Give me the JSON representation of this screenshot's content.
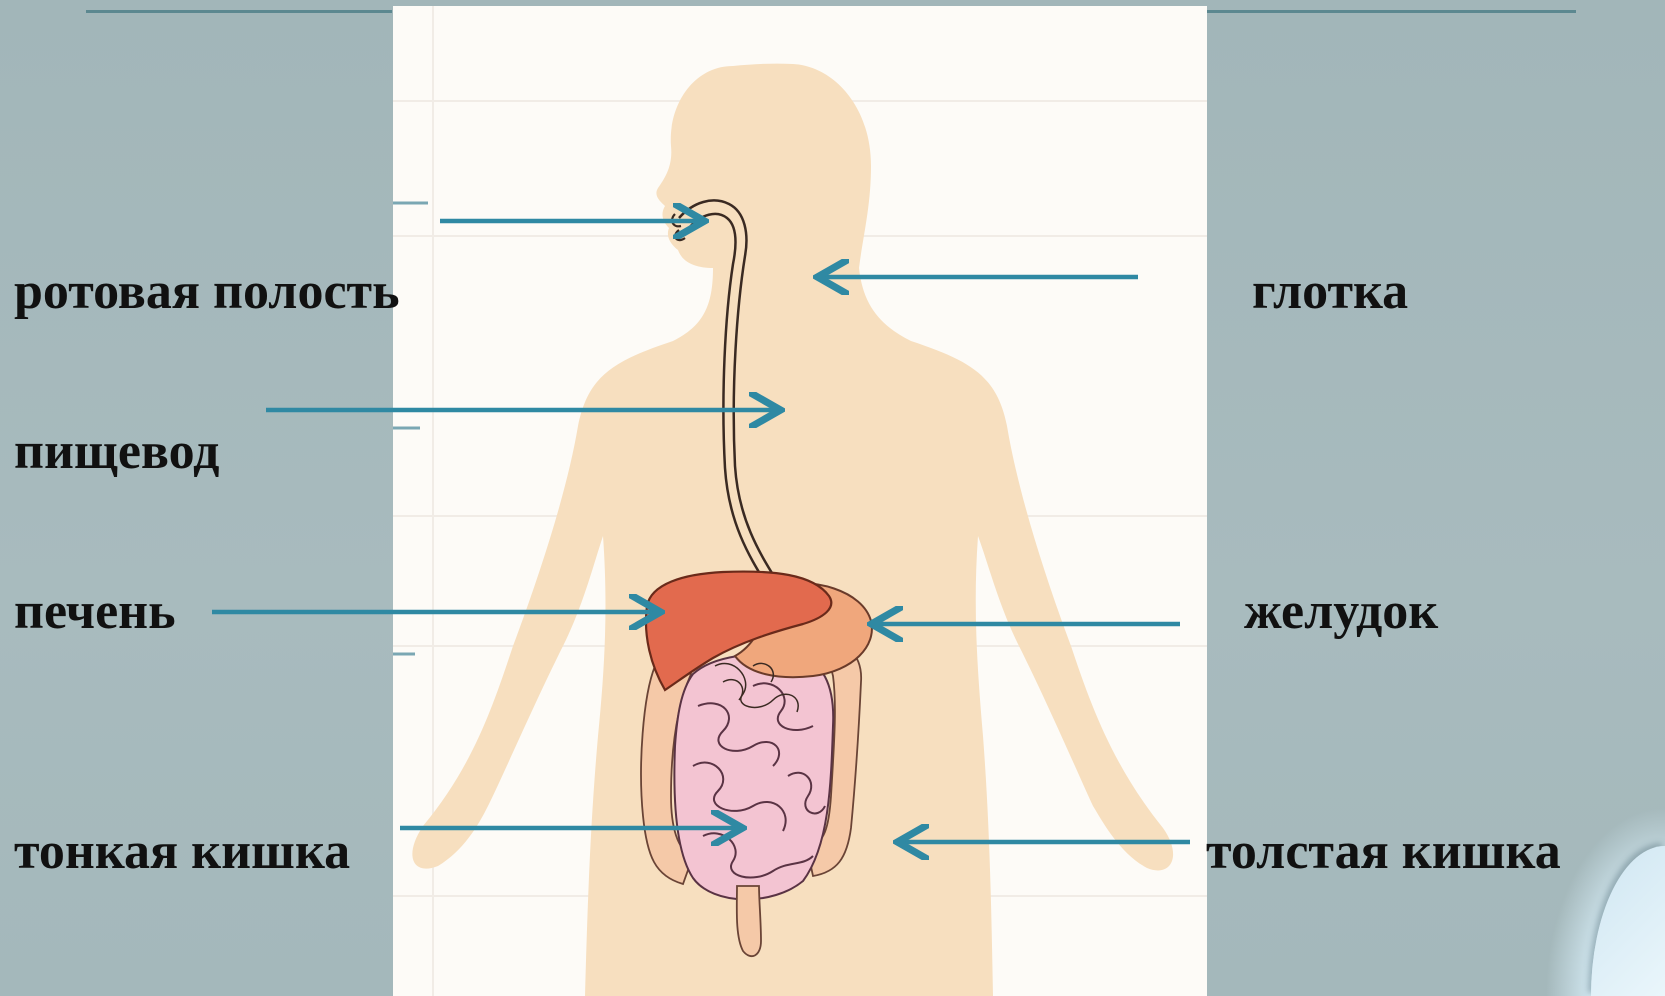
{
  "labels": {
    "mouth": "ротовая полость",
    "pharynx": "глотка",
    "esophagus": "пищевод",
    "liver": "печень",
    "stomach": "желудок",
    "small_intestine": "тонкая кишка",
    "large_intestine": "толстая кишка"
  },
  "colors": {
    "slide_background": "#a6b9bc",
    "arrow": "#2f89a3",
    "silhouette": "#f7dfbf",
    "liver": "#e26a4e",
    "stomach": "#f0a77c",
    "small_intestine": "#f3c4d2",
    "large_intestine": "#f5c9a8",
    "label_text": "#111111"
  }
}
